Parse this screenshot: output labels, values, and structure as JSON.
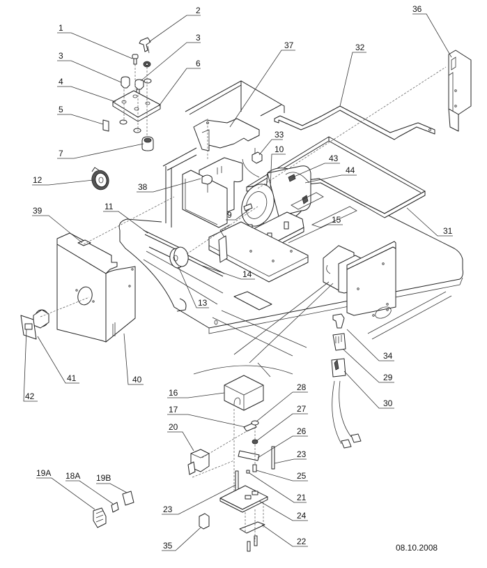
{
  "diagram": {
    "type": "exploded-parts-diagram",
    "date": "08.10.2008",
    "callouts": [
      {
        "id": "1",
        "label": "1"
      },
      {
        "id": "2",
        "label": "2"
      },
      {
        "id": "3a",
        "label": "3"
      },
      {
        "id": "3b",
        "label": "3"
      },
      {
        "id": "4",
        "label": "4"
      },
      {
        "id": "5",
        "label": "5"
      },
      {
        "id": "6",
        "label": "6"
      },
      {
        "id": "7",
        "label": "7"
      },
      {
        "id": "9",
        "label": "9"
      },
      {
        "id": "10",
        "label": "10"
      },
      {
        "id": "11",
        "label": "11"
      },
      {
        "id": "12",
        "label": "12"
      },
      {
        "id": "13",
        "label": "13"
      },
      {
        "id": "14",
        "label": "14"
      },
      {
        "id": "15",
        "label": "15"
      },
      {
        "id": "16",
        "label": "16"
      },
      {
        "id": "17",
        "label": "17"
      },
      {
        "id": "18A",
        "label": "18A"
      },
      {
        "id": "19A",
        "label": "19A"
      },
      {
        "id": "19B",
        "label": "19B"
      },
      {
        "id": "20",
        "label": "20"
      },
      {
        "id": "21",
        "label": "21"
      },
      {
        "id": "22",
        "label": "22"
      },
      {
        "id": "23a",
        "label": "23"
      },
      {
        "id": "23b",
        "label": "23"
      },
      {
        "id": "24",
        "label": "24"
      },
      {
        "id": "25",
        "label": "25"
      },
      {
        "id": "26",
        "label": "26"
      },
      {
        "id": "27",
        "label": "27"
      },
      {
        "id": "28",
        "label": "28"
      },
      {
        "id": "29",
        "label": "29"
      },
      {
        "id": "30",
        "label": "30"
      },
      {
        "id": "31",
        "label": "31"
      },
      {
        "id": "32",
        "label": "32"
      },
      {
        "id": "33",
        "label": "33"
      },
      {
        "id": "34",
        "label": "34"
      },
      {
        "id": "35",
        "label": "35"
      },
      {
        "id": "36",
        "label": "36"
      },
      {
        "id": "37",
        "label": "37"
      },
      {
        "id": "38",
        "label": "38"
      },
      {
        "id": "39",
        "label": "39"
      },
      {
        "id": "40",
        "label": "40"
      },
      {
        "id": "41",
        "label": "41"
      },
      {
        "id": "42",
        "label": "42"
      },
      {
        "id": "43",
        "label": "43"
      },
      {
        "id": "44",
        "label": "44"
      }
    ]
  }
}
